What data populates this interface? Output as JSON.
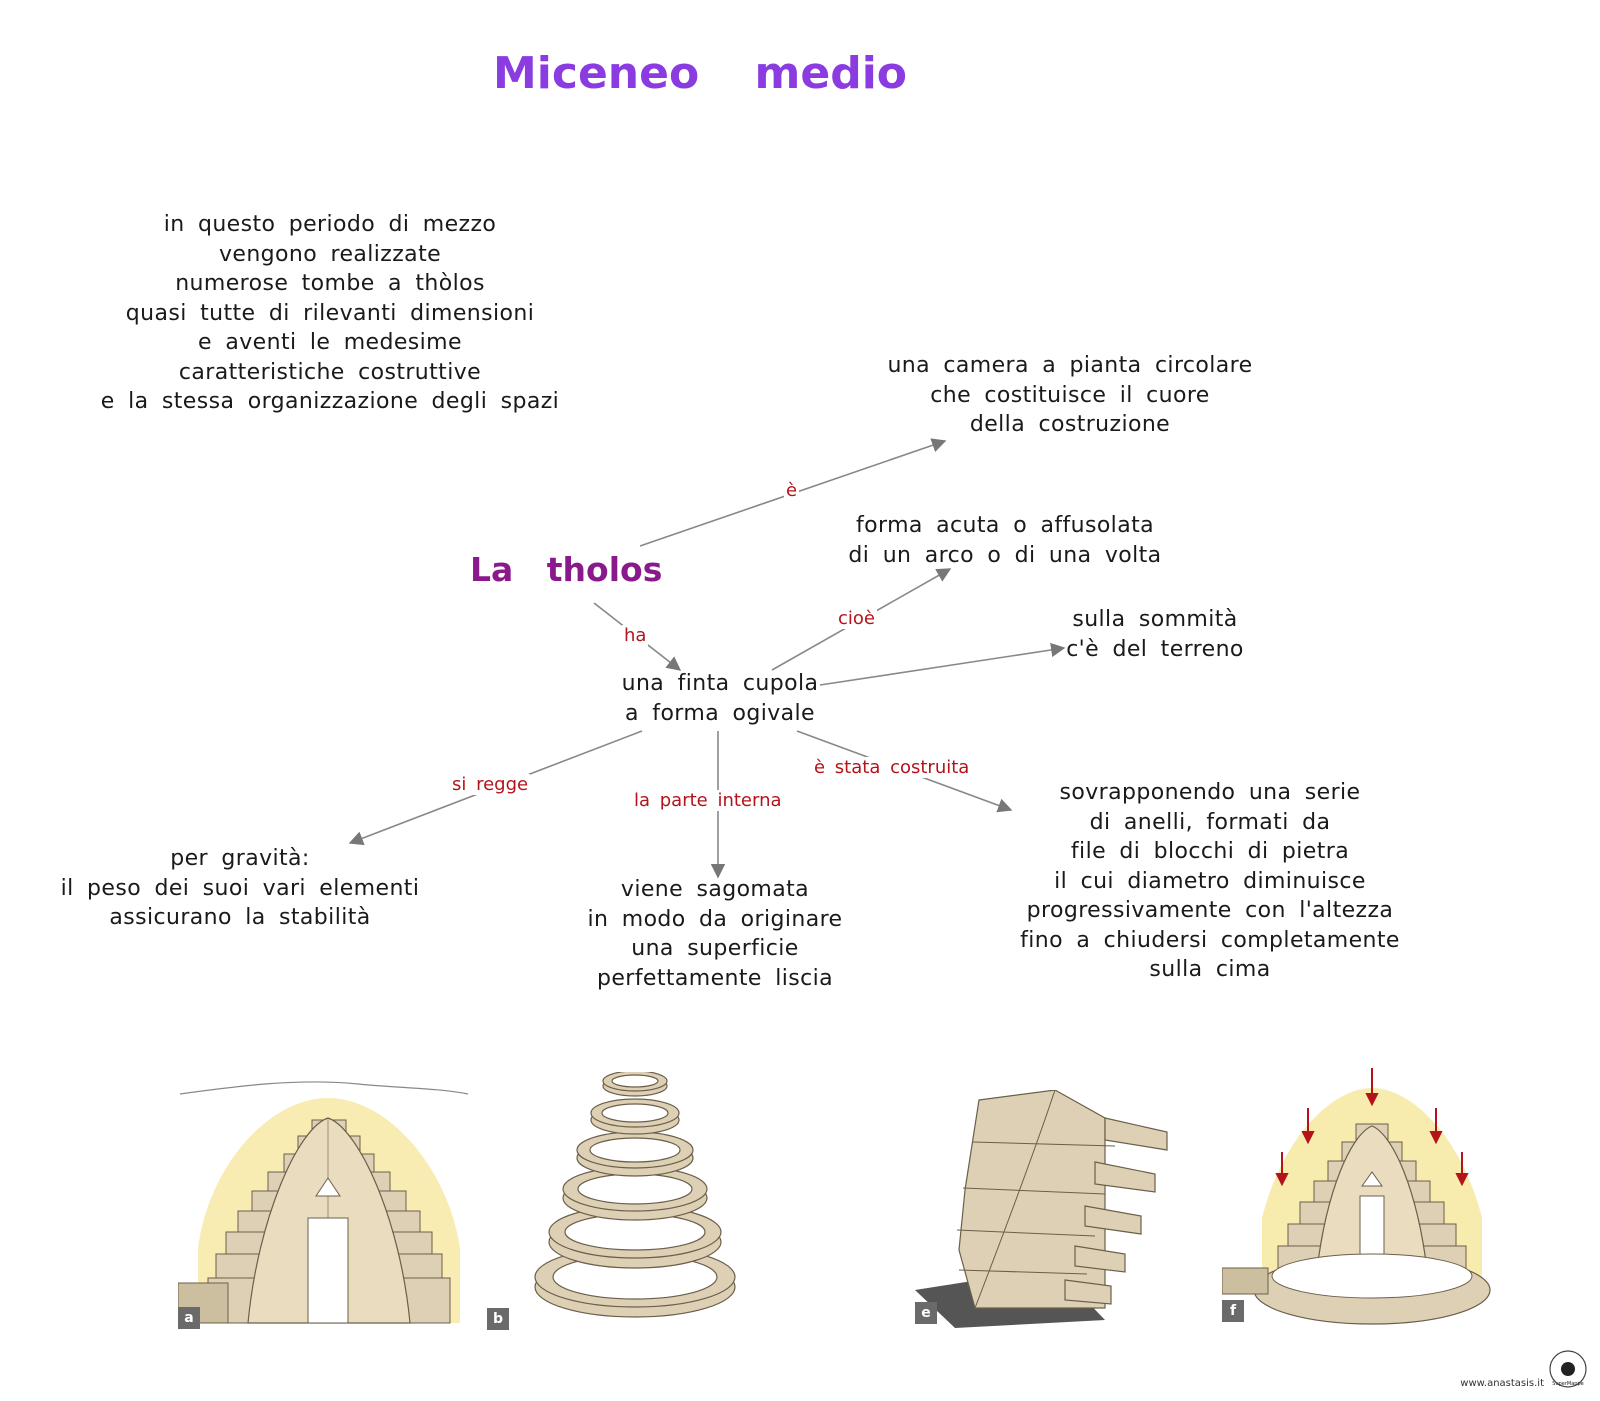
{
  "title": "Miceneo   medio",
  "intro": [
    "in  questo  periodo  di  mezzo",
    "vengono  realizzate",
    "numerose  tombe  a  thòlos",
    "quasi  tutte di  rilevanti  dimensioni",
    "e  aventi  le  medesime",
    "caratteristiche  costruttive",
    "e  la  stessa  organizzazione  degli  spazi"
  ],
  "center": "La  tholos",
  "nodes": {
    "camera": [
      "una  camera  a  pianta  circolare",
      "che  costituisce  il  cuore",
      "della  costruzione"
    ],
    "forma": [
      "forma  acuta  o  affusolata",
      "di  un  arco  o  di  una  volta"
    ],
    "sommita": [
      "sulla  sommità",
      "c'è  del  terreno"
    ],
    "cupola": [
      "una  finta  cupola",
      "a  forma  ogivale"
    ],
    "gravita": [
      "per   gravità:",
      "il  peso  dei  suoi  vari  elementi",
      "assicurano  la  stabilità"
    ],
    "sagomata": [
      "viene  sagomata",
      "in  modo  da  originare",
      "una  superficie",
      "perfettamente  liscia"
    ],
    "anelli": [
      "sovrapponendo  una  serie",
      "di  anelli,  formati  da",
      "file  di  blocchi  di  pietra",
      "il  cui  diametro  diminuisce",
      "progressivamente  con  l'altezza",
      "fino  a  chiudersi  completamente",
      "sulla  cima"
    ]
  },
  "links": {
    "e": "è",
    "ha": "ha",
    "cioe": "cioè",
    "si_regge": "si regge",
    "parte_interna": "la  parte  interna",
    "costruita": "è  stata  costruita"
  },
  "figures": {
    "a": "a",
    "b": "b",
    "e": "e",
    "f": "f"
  },
  "footer": {
    "site": "www.anastasis.it",
    "logo_text": "SuperMappe"
  },
  "colors": {
    "title": "#8a3ce0",
    "center": "#8a1a8c",
    "link": "#b3141c",
    "arrow": "#777777",
    "stone": "#ddd0b4",
    "stone_line": "#6b5f4b",
    "glow": "#f7e7a0"
  }
}
